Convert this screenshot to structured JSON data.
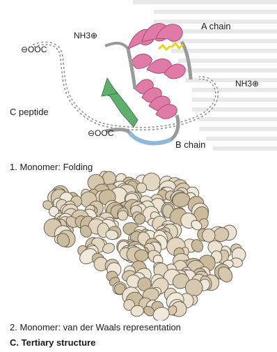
{
  "labels": {
    "a_chain": "A chain",
    "b_chain": "B chain",
    "c_peptide": "C peptide",
    "nh3_top": "NH3⊕",
    "nh3_right": "NH3⊕",
    "ooc_left": "⊖OOC",
    "ooc_bottom": "⊖OOC"
  },
  "captions": {
    "folding": "1. Monomer: Folding",
    "vdw": "2. Monomer: van der Waals representation",
    "section": "C. Tertiary structure"
  },
  "colors": {
    "helix": "#e07aa6",
    "disulfide": "#e8d21c",
    "c_peptide_arrow": "#5fae6e",
    "b_chain_segment": "#8fb8da",
    "atom_fill": "#e3d7c2",
    "atom_stroke": "#6b6150"
  }
}
